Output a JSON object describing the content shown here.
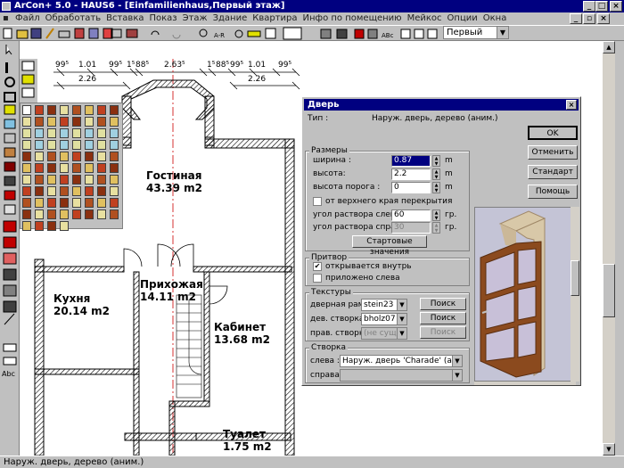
{
  "window": {
    "title": "ArCon+ 5.0 - HAUS6 - [Einfamilienhaus,Первый этаж]",
    "min_icon": "minimize-icon",
    "max_icon": "maximize-icon",
    "close_icon": "close-icon"
  },
  "menu": [
    "Файл",
    "Обработать",
    "Вставка",
    "Показ",
    "Этаж",
    "Здание",
    "Квартира",
    "Инфо по помещению",
    "Мейкос",
    "Опции",
    "Окна"
  ],
  "toolbar": {
    "floor_select": "Первый этаж"
  },
  "plan": {
    "dimensions_top": [
      "99⁵",
      "1.01",
      "99⁵",
      "1⁵",
      "88⁵",
      "2.63⁵",
      "1⁵",
      "88⁵",
      "99⁵",
      "1.01",
      "99⁵"
    ],
    "dimensions_sub": [
      "2.26",
      "2.26"
    ],
    "rooms": [
      {
        "name": "Гостиная",
        "area": "43.39 m2"
      },
      {
        "name": "Прихожая",
        "area": "14.11 m2"
      },
      {
        "name": "Кухня",
        "area": "20.14 m2"
      },
      {
        "name": "Кабинет",
        "area": "13.68 m2"
      },
      {
        "name": "Туалет",
        "area": "1.75 m2"
      }
    ]
  },
  "left_tool_label": "Abc",
  "dialog": {
    "title": "Дверь",
    "type_label": "Тип :",
    "type_value": "Наруж. дверь, дерево (аним.)",
    "buttons": {
      "ok": "OK",
      "cancel": "Отменить",
      "standard": "Стандарт",
      "help": "Помощь"
    },
    "sizes": {
      "group": "Размеры",
      "width_label": "ширина :",
      "width_value": "0.87",
      "width_unit": "m",
      "height_label": "высота:",
      "height_value": "2.2",
      "height_unit": "m",
      "threshold_label": "высота порога :",
      "threshold_value": "0",
      "threshold_unit": "m",
      "from_top_label": "от верхнего края перекрытия",
      "left_angle_label": "угол раствора слева :",
      "left_angle_value": "60",
      "left_angle_unit": "гр.",
      "right_angle_label": "угол раствора справа :",
      "right_angle_value": "30",
      "right_angle_unit": "гр.",
      "start_values_button": "Стартовые значения"
    },
    "frame": {
      "group": "Притвор",
      "opens_inside_label": "открывается внутрь",
      "opens_inside_checked": true,
      "left_attached_label": "приложено слева",
      "left_attached_checked": false
    },
    "textures": {
      "group": "Текстуры",
      "door_frame_label": "дверная рама:",
      "door_frame_value": "stein23",
      "left_leaf_label": "дев. створка :",
      "left_leaf_value": "bholz07",
      "right_leaf_label": "прав. створка :",
      "right_leaf_value": "(не существ.)",
      "search_label": "Поиск"
    },
    "leaf": {
      "group": "Створка",
      "left_label": "слева :",
      "left_value": "Наруж. дверь 'Charade' (аним.)",
      "right_label": "справа :",
      "right_value": ""
    }
  },
  "status": "Наруж. дверь, дерево (аним.)",
  "colors": {
    "titlebar": "#000080",
    "face": "#c0c0c0",
    "wall_hatch": "#000000",
    "axis": "#cc0000",
    "door_wood": "#8b4a1e"
  }
}
